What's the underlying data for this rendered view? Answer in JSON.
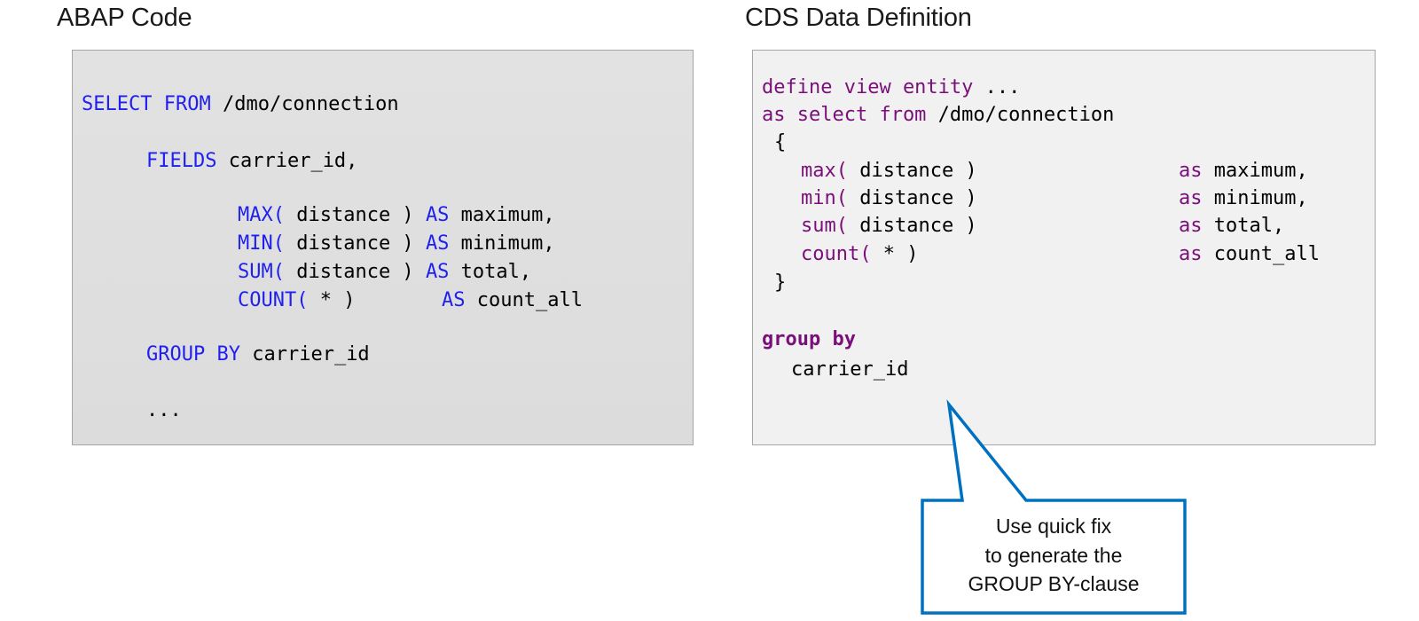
{
  "abap": {
    "title": "ABAP Code",
    "lines": {
      "l1": {
        "kw1": "SELECT",
        "kw2": "FROM",
        "rest": " /dmo/connection"
      },
      "l2": {
        "kw": "FIELDS",
        "rest": " carrier_id,"
      },
      "l3": {
        "fn": "MAX(",
        "mid": " distance ) ",
        "kw": "AS",
        "rest": " maximum,"
      },
      "l4": {
        "fn": "MIN(",
        "mid": " distance ) ",
        "kw": "AS",
        "rest": " minimum,"
      },
      "l5": {
        "fn": "SUM(",
        "mid": " distance ) ",
        "kw": "AS",
        "rest": " total,"
      },
      "l6": {
        "fn": "COUNT(",
        "mid": " * )",
        "kw": "AS",
        "rest": " count_all"
      },
      "l7": {
        "kw1": "GROUP",
        "kw2": "BY",
        "rest": " carrier_id"
      },
      "l8": {
        "rest": "..."
      }
    }
  },
  "cds": {
    "title": "CDS Data Definition",
    "lines": {
      "l1": {
        "kw": "define view entity",
        "rest": " ..."
      },
      "l2": {
        "kw": "as select from",
        "rest": " /dmo/connection"
      },
      "l3": {
        "rest": "{"
      },
      "l4": {
        "fn": "max(",
        "mid": " distance )",
        "kw": "as",
        "rest": " maximum,"
      },
      "l5": {
        "fn": "min(",
        "mid": " distance )",
        "kw": "as",
        "rest": " minimum,"
      },
      "l6": {
        "fn": "sum(",
        "mid": " distance )",
        "kw": "as",
        "rest": " total,"
      },
      "l7": {
        "fn": "count(",
        "mid": " * )",
        "kw": "as",
        "rest": " count_all"
      },
      "l8": {
        "rest": "}"
      },
      "l9": {
        "kw": "group by"
      },
      "l10": {
        "rest": "carrier_id"
      }
    }
  },
  "callout": {
    "line1": "Use quick fix",
    "line2": "to generate the",
    "line3": "GROUP BY-clause",
    "border_color": "#0070c0"
  },
  "colors": {
    "abap_keyword": "#1f1ff2",
    "cds_keyword": "#7a0f7a"
  }
}
